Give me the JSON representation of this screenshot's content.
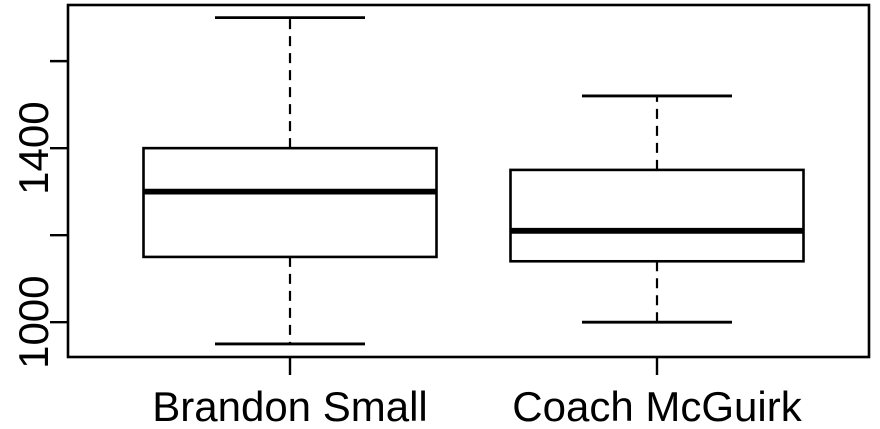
{
  "chart_data": {
    "type": "box",
    "title": "",
    "xlabel": "",
    "ylabel": "",
    "categories": [
      "Brandon Small",
      "Coach McGuirk"
    ],
    "series": [
      {
        "name": "Brandon Small",
        "lower_whisker": 950,
        "q1": 1150,
        "median": 1300,
        "q3": 1400,
        "upper_whisker": 1700,
        "outliers": []
      },
      {
        "name": "Coach McGuirk",
        "lower_whisker": 1000,
        "q1": 1140,
        "median": 1210,
        "q3": 1350,
        "upper_whisker": 1520,
        "outliers": []
      }
    ],
    "y_axis": {
      "ticks": [
        1000,
        1200,
        1400,
        1600
      ],
      "labeled_ticks": [
        1000,
        1400
      ],
      "tick_labels": [
        "1000",
        "1400"
      ],
      "ylim": [
        920,
        1729
      ]
    },
    "grid": false,
    "legend": false,
    "colors": {
      "ink": "#000000",
      "background": "#ffffff"
    }
  }
}
